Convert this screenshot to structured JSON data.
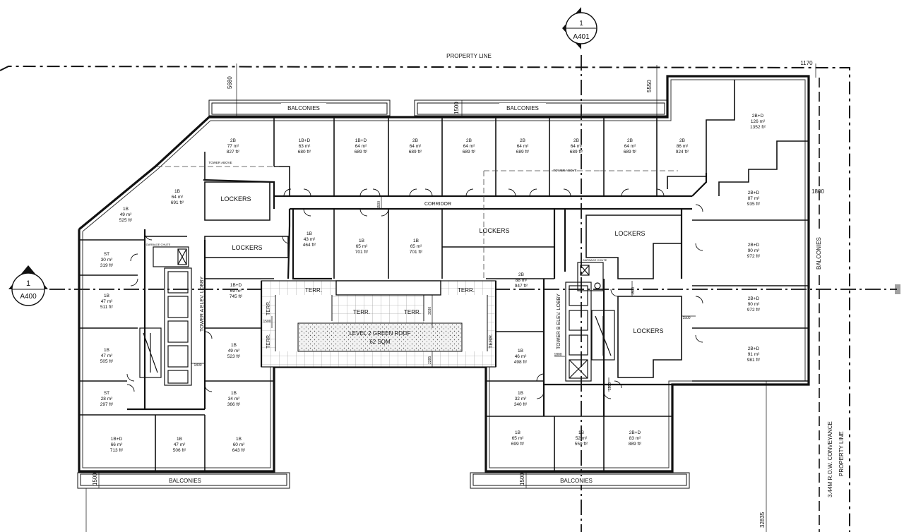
{
  "labels": {
    "property_line": "PROPERTY LINE",
    "property_line_v": "PROPERTY LINE",
    "row_conveyance": "3.44M R.O.W. CONVEYANCE",
    "balconies": "BALCONIES",
    "corridor": "CORRIDOR",
    "lockers": "LOCKERS",
    "terr": "TERR.",
    "green_roof_1": "LEVEL 2 GREEN ROOF",
    "green_roof_2": "62 SQM",
    "tower_a_lobby": "TOWER A ELEV. LOBBY",
    "tower_b_lobby": "TOWER B ELEV. LOBBY",
    "tower_above": "TOWER ABOVE",
    "garbage_chute": "GARBAGE CHUTE"
  },
  "section_markers": {
    "top": {
      "num": "1",
      "sheet": "A401"
    },
    "left": {
      "num": "1",
      "sheet": "A400"
    }
  },
  "dimensions": {
    "d5680": "5680",
    "d5550": "5550",
    "d1170": "1170",
    "d1500a": "1500",
    "d1500b": "1500",
    "d1500c": "1500",
    "d1500d": "1500",
    "d1500e": "1500",
    "d1500f": "1500",
    "d1500g": "1500",
    "d1800a": "1800",
    "d1800b": "1800",
    "d1800c": "1800",
    "d3030": "3030",
    "d2285": "2285",
    "d32835": "32835"
  },
  "units": [
    {
      "type": "2B",
      "m2": "77 m²",
      "ft2": "827 ft²"
    },
    {
      "type": "1B+D",
      "m2": "63 m²",
      "ft2": "680 ft²"
    },
    {
      "type": "1B+D",
      "m2": "64 m²",
      "ft2": "689 ft²"
    },
    {
      "type": "2B",
      "m2": "64 m²",
      "ft2": "689 ft²"
    },
    {
      "type": "2B",
      "m2": "64 m²",
      "ft2": "689 ft²"
    },
    {
      "type": "2B",
      "m2": "64 m²",
      "ft2": "689 ft²"
    },
    {
      "type": "2B",
      "m2": "64 m²",
      "ft2": "689 ft²"
    },
    {
      "type": "2B",
      "m2": "64 m²",
      "ft2": "689 ft²"
    },
    {
      "type": "2B",
      "m2": "86 m²",
      "ft2": "924 ft²"
    },
    {
      "type": "2B+D",
      "m2": "126 m²",
      "ft2": "1352 ft²"
    },
    {
      "type": "1B",
      "m2": "64 m²",
      "ft2": "691 ft²"
    },
    {
      "type": "1B",
      "m2": "49 m²",
      "ft2": "525 ft²"
    },
    {
      "type": "ST",
      "m2": "30 m²",
      "ft2": "319 ft²"
    },
    {
      "type": "1B",
      "m2": "47 m²",
      "ft2": "511 ft²"
    },
    {
      "type": "1B",
      "m2": "47 m²",
      "ft2": "505 ft²"
    },
    {
      "type": "ST",
      "m2": "28 m²",
      "ft2": "297 ft²"
    },
    {
      "type": "1B+D",
      "m2": "66 m²",
      "ft2": "713 ft²"
    },
    {
      "type": "1B",
      "m2": "47 m²",
      "ft2": "506 ft²"
    },
    {
      "type": "1B",
      "m2": "60 m²",
      "ft2": "643 ft²"
    },
    {
      "type": "1B",
      "m2": "34 m²",
      "ft2": "366 ft²"
    },
    {
      "type": "1B",
      "m2": "49 m²",
      "ft2": "523 ft²"
    },
    {
      "type": "1B+D",
      "m2": "69 m²",
      "ft2": "745 ft²"
    },
    {
      "type": "1B",
      "m2": "43 m²",
      "ft2": "464 ft²"
    },
    {
      "type": "1B",
      "m2": "65 m²",
      "ft2": "701 ft²"
    },
    {
      "type": "1B",
      "m2": "65 m²",
      "ft2": "701 ft²"
    },
    {
      "type": "2B",
      "m2": "88 m²",
      "ft2": "947 ft²"
    },
    {
      "type": "2B+D",
      "m2": "87 m²",
      "ft2": "935 ft²"
    },
    {
      "type": "2B+D",
      "m2": "90 m²",
      "ft2": "972 ft²"
    },
    {
      "type": "2B+D",
      "m2": "90 m²",
      "ft2": "972 ft²"
    },
    {
      "type": "2B+D",
      "m2": "91 m²",
      "ft2": "981 ft²"
    },
    {
      "type": "1B",
      "m2": "46 m²",
      "ft2": "498 ft²"
    },
    {
      "type": "1B",
      "m2": "32 m²",
      "ft2": "340 ft²"
    },
    {
      "type": "1B",
      "m2": "65 m²",
      "ft2": "699 ft²"
    },
    {
      "type": "1B",
      "m2": "52 m²",
      "ft2": "559 ft²"
    },
    {
      "type": "2B+D",
      "m2": "83 m²",
      "ft2": "889 ft²"
    }
  ]
}
